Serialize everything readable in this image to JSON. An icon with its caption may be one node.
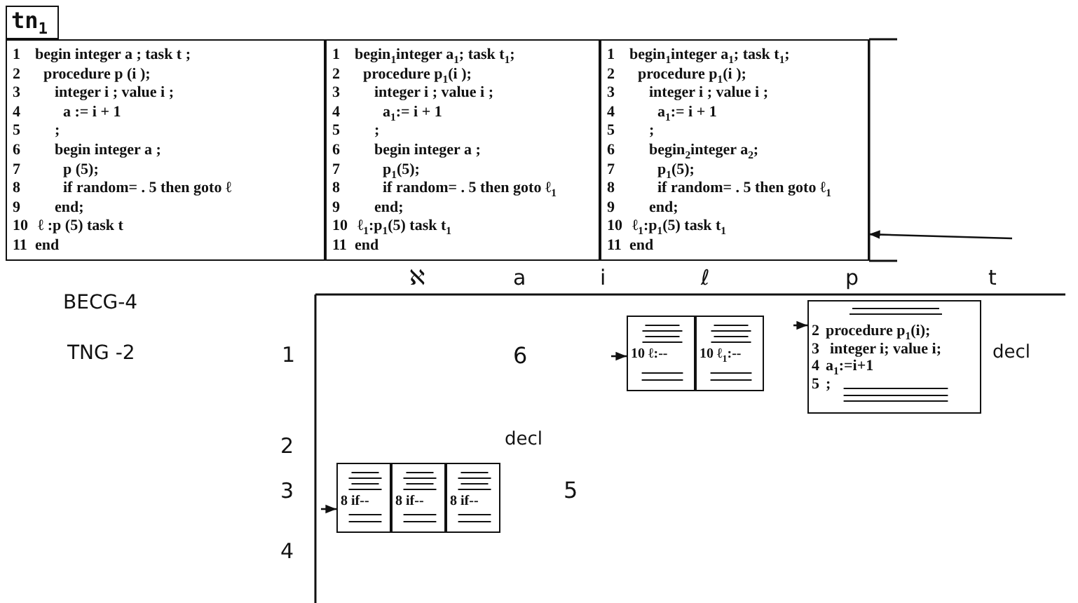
{
  "diagram": {
    "nodes": [
      {
        "text": [
          "tn$_{1}$"
        ]
      },
      {
        "text": [
          "1 begin integer a ; task t ;",
          "2 procedure p (i );",
          "3 integer i ; value i ;",
          "4 a := i + 1",
          "5 ;",
          "6 begin integer a ;",
          "7 p (5);",
          "8 if random= . 5 then goto ℓ",
          "9 end;",
          "10 ℓ :p (5) task t",
          "11 end"
        ]
      },
      {
        "text": [
          "1 begin$_{1}$integer a$_{1}$; task t$_{1}$;",
          "2 procedure p$_{1}$(i );",
          "3 integer i ; value i ;",
          "4 a$_{1}$:= i + 1",
          "5 ;",
          "6 begin integer a ;",
          "7 p$_{1}$(5);",
          "8 if random= . 5 then goto ℓ$_{1}$",
          "9 end;",
          "10 ℓ$_{1}$:p$_{1}$(5) task t$_{1}$",
          "11 end"
        ]
      },
      {
        "text": [
          "1 begin$_{1}$integer a$_{1}$; task t$_{1}$;",
          "2 procedure p$_{1}$(i );",
          "3 integer i ; value i ;",
          "4 a$_{1}$:= i + 1",
          "5 ;",
          "6 begin$_{2}$integer a$_{2}$;",
          "7 p$_{1}$(5);",
          "8 if random= . 5 then goto ℓ$_{1}$",
          "9 end;",
          "10 ℓ$_{1}$:p$_{1}$(5) task t$_{1}$",
          "11 end"
        ]
      },
      {
        "text": [
          "8 if--"
        ]
      },
      {
        "text": [
          "8 if--"
        ]
      },
      {
        "text": [
          "8 if--"
        ]
      },
      {
        "text": [
          "10 ℓ:--"
        ]
      },
      {
        "text": [
          "10 ℓ$_{1}$:--"
        ]
      },
      {
        "text": [
          "2 procedure p$_{1}$(i);",
          "3 integer i; value i;",
          "4 a$_{1}$:=i+1",
          "5 ;"
        ]
      }
    ],
    "edges": [
      {
        "from": null,
        "to": 3,
        "arrow": "to"
      },
      {
        "from": null,
        "to": 4,
        "arrow": "to"
      },
      {
        "from": null,
        "to": 7,
        "arrow": "to"
      },
      {
        "from": null,
        "to": 9,
        "arrow": "to"
      }
    ],
    "labels": [
      "ℵ",
      "a",
      "i",
      "ℓ",
      "p",
      "t",
      "BECG-4",
      "TNG -2",
      "1",
      "6",
      "decl",
      "2",
      "decl",
      "3",
      "5",
      "4"
    ]
  }
}
